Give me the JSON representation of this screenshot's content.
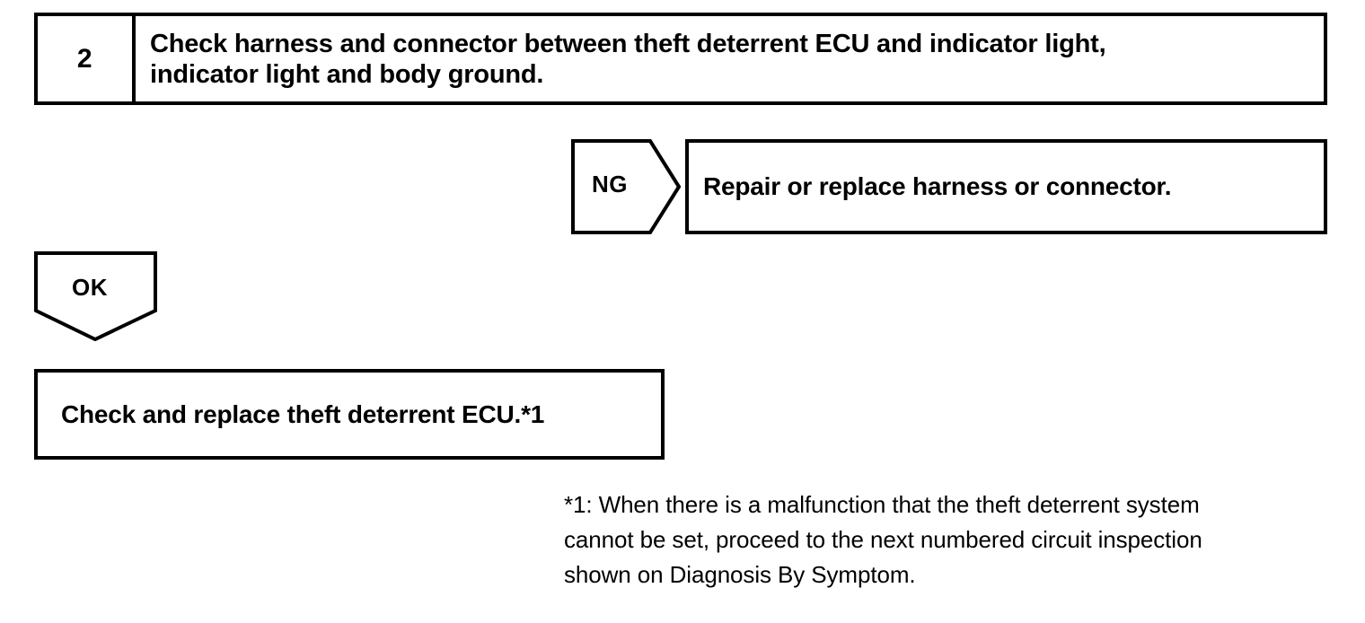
{
  "diagram": {
    "type": "troubleshooting-flowchart",
    "colors": {
      "ink": "#000000",
      "background": "#ffffff"
    },
    "step": {
      "number": "2",
      "instruction": "Check harness and connector between theft deterrent ECU and indicator light,\nindicator light and body ground."
    },
    "branches": {
      "ng": {
        "label": "NG",
        "result": "Repair or replace harness or connector."
      },
      "ok": {
        "label": "OK",
        "result": "Check and replace theft deterrent ECU.*1"
      }
    },
    "footnote": "*1: When there is a malfunction that the theft deterrent system\ncannot be set, proceed to the next numbered circuit inspection\nshown on Diagnosis By Symptom."
  }
}
